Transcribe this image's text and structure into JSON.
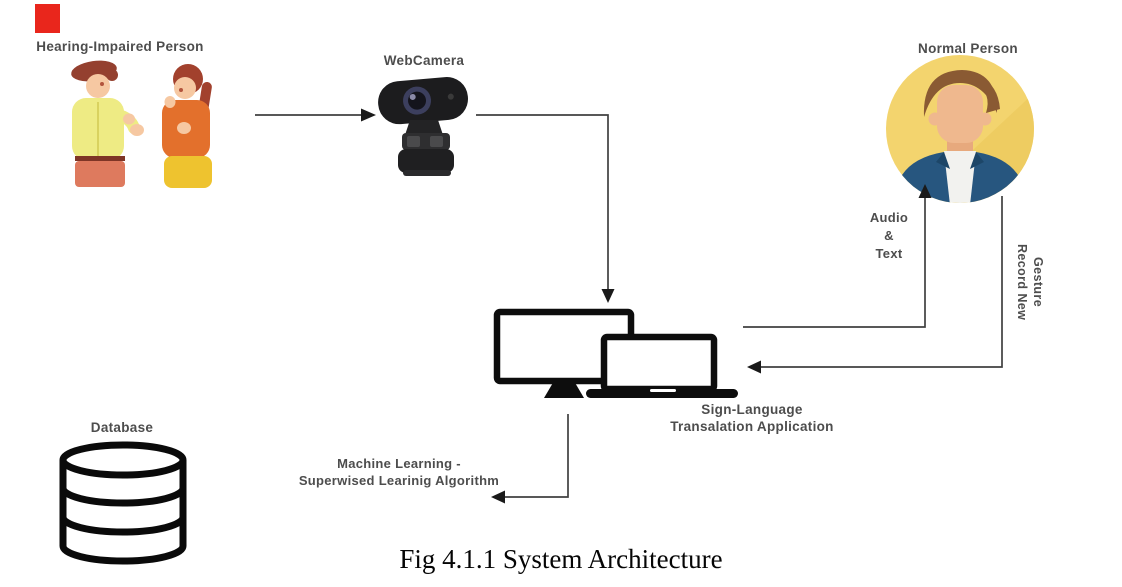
{
  "figure": {
    "caption": "Fig 4.1.1 System Architecture"
  },
  "diagram": {
    "hearing_impaired": {
      "label": "Hearing-Impaired Person"
    },
    "webcamera": {
      "label": "WebCamera"
    },
    "normal_person": {
      "label": "Normal Person"
    },
    "application": {
      "line1": "Sign-Language",
      "line2": "Transalation Application"
    },
    "database": {
      "label": "Database"
    },
    "audio_text": {
      "line1": "Audio",
      "line2": "&",
      "line3": "Text"
    },
    "record_gesture": {
      "line1": "Record New",
      "line2": "Gesture"
    },
    "ml_edge": {
      "line1": "Machine Learning -",
      "line2": "Superwised Learinig Algorithm"
    },
    "colors": {
      "connector": "#404040",
      "label_text": "#4d4d4d",
      "red_marker": "#e9261c",
      "avatar_background": "#f3d46e",
      "avatar_jacket": "#27567f",
      "device_black": "#0d0d0d"
    }
  }
}
